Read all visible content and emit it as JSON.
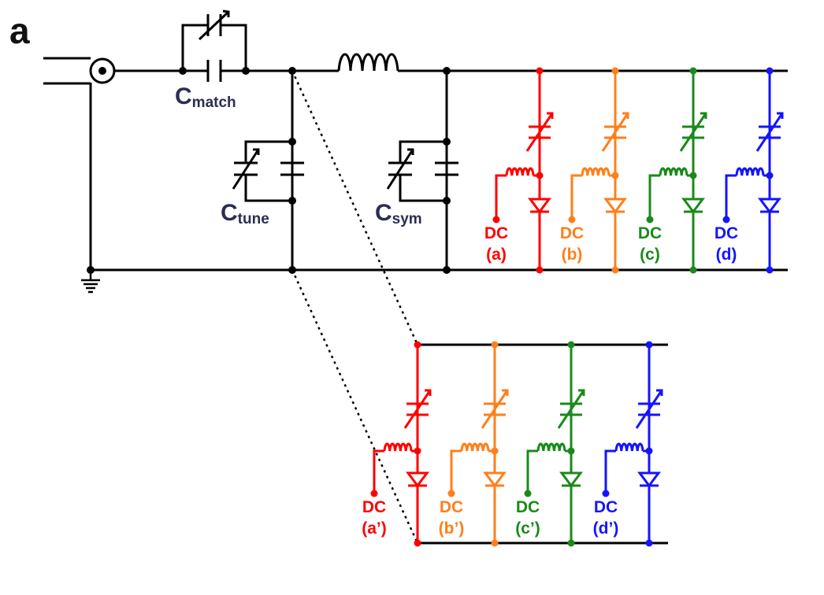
{
  "panel_label": "a",
  "component_labels": {
    "match": {
      "main": "C",
      "sub": "match"
    },
    "tune": {
      "main": "C",
      "sub": "tune"
    },
    "sym": {
      "main": "C",
      "sub": "sym"
    }
  },
  "dc_label": "DC",
  "channels": [
    {
      "name": "(a)",
      "color": "#ff0000"
    },
    {
      "name": "(b)",
      "color": "#ff7f1a"
    },
    {
      "name": "(c)",
      "color": "#1a8a1a"
    },
    {
      "name": "(d)",
      "color": "#1414ff"
    }
  ],
  "channels_inset": [
    {
      "name": "(a’)",
      "color": "#ff0000"
    },
    {
      "name": "(b’)",
      "color": "#ff7f1a"
    },
    {
      "name": "(c’)",
      "color": "#1a8a1a"
    },
    {
      "name": "(d’)",
      "color": "#1414ff"
    }
  ],
  "colors": {
    "wire": "#000000",
    "label": "#2b2d52"
  }
}
